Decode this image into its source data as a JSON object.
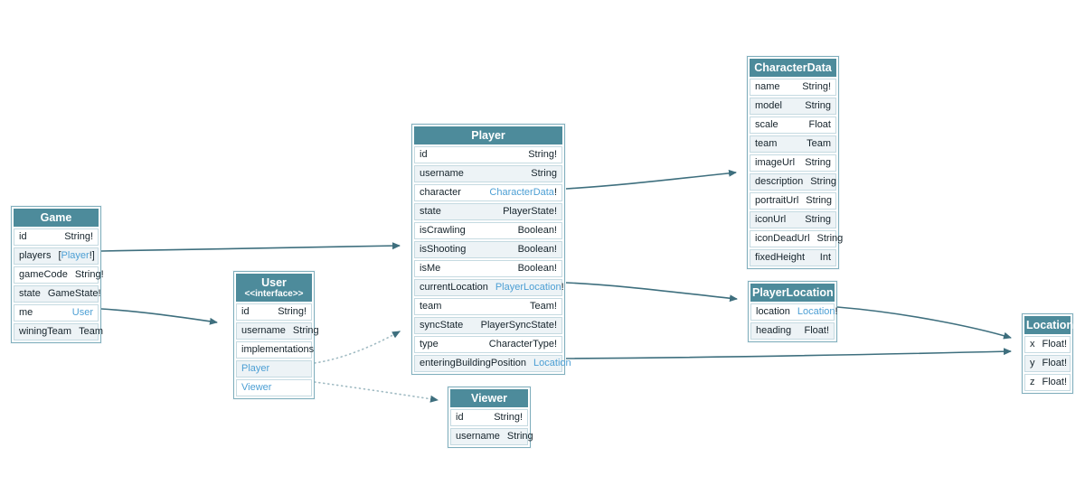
{
  "diagram": {
    "colors": {
      "header_bg": "#4D8B9B",
      "header_text": "#FFFFFF",
      "link_text": "#4C9FD4",
      "solid_arrow": "#3E6F7E",
      "dotted_arrow": "#9FBAC2",
      "row_alt_bg": "#EDF3F6",
      "table_border": "#7FAEBC"
    },
    "tables": [
      {
        "id": "game",
        "title": "Game",
        "subtitle": "",
        "fields": [
          {
            "name": "id",
            "type": [
              {
                "t": "String!",
                "link": false
              }
            ]
          },
          {
            "name": "players",
            "type": [
              {
                "t": "[",
                "link": false
              },
              {
                "t": "Player",
                "link": true
              },
              {
                "t": "!]",
                "link": false
              }
            ]
          },
          {
            "name": "gameCode",
            "type": [
              {
                "t": "String!",
                "link": false
              }
            ]
          },
          {
            "name": "state",
            "type": [
              {
                "t": "GameState!",
                "link": false
              }
            ]
          },
          {
            "name": "me",
            "type": [
              {
                "t": "User",
                "link": true
              }
            ]
          },
          {
            "name": "winingTeam",
            "type": [
              {
                "t": "Team",
                "link": false
              }
            ]
          }
        ]
      },
      {
        "id": "user",
        "title": "User",
        "subtitle": "<<interface>>",
        "fields": [
          {
            "name": "id",
            "type": [
              {
                "t": "String!",
                "link": false
              }
            ]
          },
          {
            "name": "username",
            "type": [
              {
                "t": "String",
                "link": false
              }
            ]
          },
          {
            "name": "implementations",
            "kind": "label"
          },
          {
            "name": "Player",
            "kind": "link"
          },
          {
            "name": "Viewer",
            "kind": "link"
          }
        ]
      },
      {
        "id": "player",
        "title": "Player",
        "subtitle": "",
        "fields": [
          {
            "name": "id",
            "type": [
              {
                "t": "String!",
                "link": false
              }
            ]
          },
          {
            "name": "username",
            "type": [
              {
                "t": "String",
                "link": false
              }
            ]
          },
          {
            "name": "character",
            "type": [
              {
                "t": "CharacterData",
                "link": true
              },
              {
                "t": "!",
                "link": false
              }
            ]
          },
          {
            "name": "state",
            "type": [
              {
                "t": "PlayerState!",
                "link": false
              }
            ]
          },
          {
            "name": "isCrawling",
            "type": [
              {
                "t": "Boolean!",
                "link": false
              }
            ]
          },
          {
            "name": "isShooting",
            "type": [
              {
                "t": "Boolean!",
                "link": false
              }
            ]
          },
          {
            "name": "isMe",
            "type": [
              {
                "t": "Boolean!",
                "link": false
              }
            ]
          },
          {
            "name": "currentLocation",
            "type": [
              {
                "t": "PlayerLocation",
                "link": true
              },
              {
                "t": "!",
                "link": false
              }
            ]
          },
          {
            "name": "team",
            "type": [
              {
                "t": "Team!",
                "link": false
              }
            ]
          },
          {
            "name": "syncState",
            "type": [
              {
                "t": "PlayerSyncState!",
                "link": false
              }
            ]
          },
          {
            "name": "type",
            "type": [
              {
                "t": "CharacterType!",
                "link": false
              }
            ]
          },
          {
            "name": "enteringBuildingPosition",
            "type": [
              {
                "t": "Location",
                "link": true
              }
            ]
          }
        ]
      },
      {
        "id": "viewer",
        "title": "Viewer",
        "subtitle": "",
        "fields": [
          {
            "name": "id",
            "type": [
              {
                "t": "String!",
                "link": false
              }
            ]
          },
          {
            "name": "username",
            "type": [
              {
                "t": "String",
                "link": false
              }
            ]
          }
        ]
      },
      {
        "id": "characterdata",
        "title": "CharacterData",
        "subtitle": "",
        "fields": [
          {
            "name": "name",
            "type": [
              {
                "t": "String!",
                "link": false
              }
            ]
          },
          {
            "name": "model",
            "type": [
              {
                "t": "String",
                "link": false
              }
            ]
          },
          {
            "name": "scale",
            "type": [
              {
                "t": "Float",
                "link": false
              }
            ]
          },
          {
            "name": "team",
            "type": [
              {
                "t": "Team",
                "link": false
              }
            ]
          },
          {
            "name": "imageUrl",
            "type": [
              {
                "t": "String",
                "link": false
              }
            ]
          },
          {
            "name": "description",
            "type": [
              {
                "t": "String",
                "link": false
              }
            ]
          },
          {
            "name": "portraitUrl",
            "type": [
              {
                "t": "String",
                "link": false
              }
            ]
          },
          {
            "name": "iconUrl",
            "type": [
              {
                "t": "String",
                "link": false
              }
            ]
          },
          {
            "name": "iconDeadUrl",
            "type": [
              {
                "t": "String",
                "link": false
              }
            ]
          },
          {
            "name": "fixedHeight",
            "type": [
              {
                "t": "Int",
                "link": false
              }
            ]
          }
        ]
      },
      {
        "id": "playerlocation",
        "title": "PlayerLocation",
        "subtitle": "",
        "fields": [
          {
            "name": "location",
            "type": [
              {
                "t": "Location",
                "link": true
              },
              {
                "t": "!",
                "link": false
              }
            ]
          },
          {
            "name": "heading",
            "type": [
              {
                "t": "Float!",
                "link": false
              }
            ]
          }
        ]
      },
      {
        "id": "location",
        "title": "Location",
        "subtitle": "",
        "fields": [
          {
            "name": "x",
            "type": [
              {
                "t": "Float!",
                "link": false
              }
            ]
          },
          {
            "name": "y",
            "type": [
              {
                "t": "Float!",
                "link": false
              }
            ]
          },
          {
            "name": "z",
            "type": [
              {
                "t": "Float!",
                "link": false
              }
            ]
          }
        ]
      }
    ],
    "edges": [
      {
        "from": "Game.players",
        "to": "Player",
        "style": "solid"
      },
      {
        "from": "Game.me",
        "to": "User",
        "style": "solid"
      },
      {
        "from": "Player.character",
        "to": "CharacterData",
        "style": "solid"
      },
      {
        "from": "Player.currentLocation",
        "to": "PlayerLocation",
        "style": "solid"
      },
      {
        "from": "Player.enteringBuildingPosition",
        "to": "Location",
        "style": "solid"
      },
      {
        "from": "PlayerLocation.location",
        "to": "Location",
        "style": "solid"
      },
      {
        "from": "User.Player",
        "to": "Player",
        "style": "dotted"
      },
      {
        "from": "User.Viewer",
        "to": "Viewer",
        "style": "dotted"
      }
    ]
  }
}
